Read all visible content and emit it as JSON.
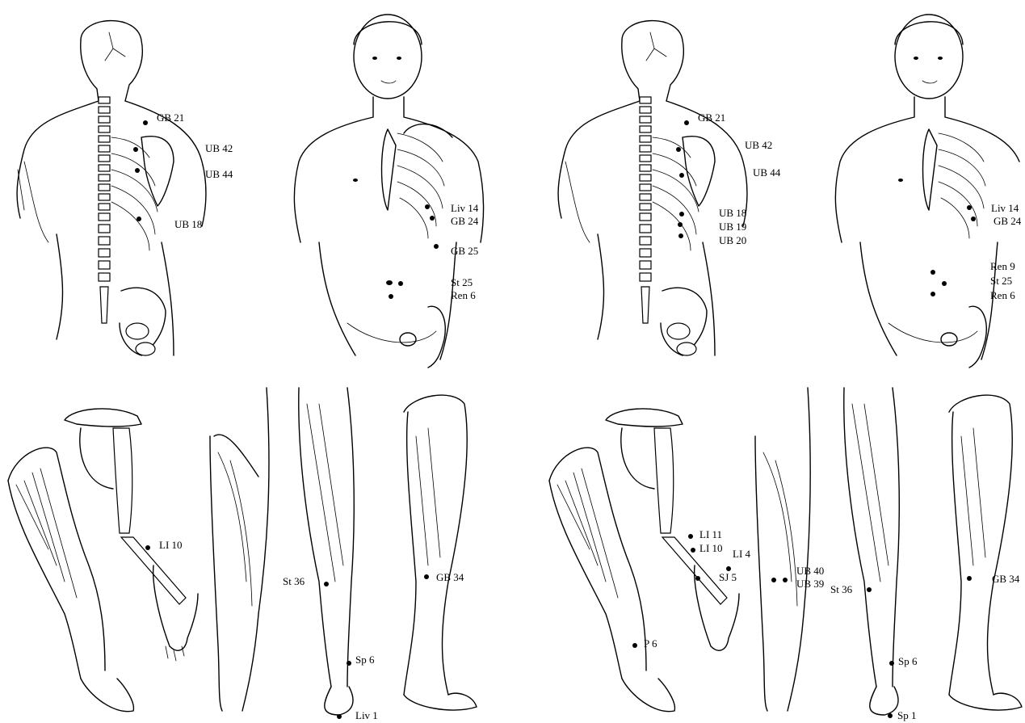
{
  "panels": [
    {
      "id": "left-set",
      "points": [
        "GB 21",
        "UB 42",
        "UB 44",
        "UB 18",
        "Liv 14",
        "GB 24",
        "GB 25",
        "St 25",
        "Ren 6",
        "LI 10",
        "St 36",
        "Sp 6",
        "Liv 1",
        "GB 34"
      ]
    },
    {
      "id": "right-set",
      "points": [
        "GB 21",
        "UB 42",
        "UB 44",
        "UB 18",
        "UB 19",
        "UB 20",
        "Liv 14",
        "GB 24",
        "Ren 9",
        "St 25",
        "Ren 6",
        "LI 11",
        "LI 10",
        "SJ 5",
        "LI 4",
        "P 6",
        "UB 40",
        "UB 39",
        "St 36",
        "Sp 6",
        "Sp 1",
        "GB 34"
      ]
    }
  ],
  "colors": {
    "line": "#000000",
    "background": "#ffffff"
  }
}
